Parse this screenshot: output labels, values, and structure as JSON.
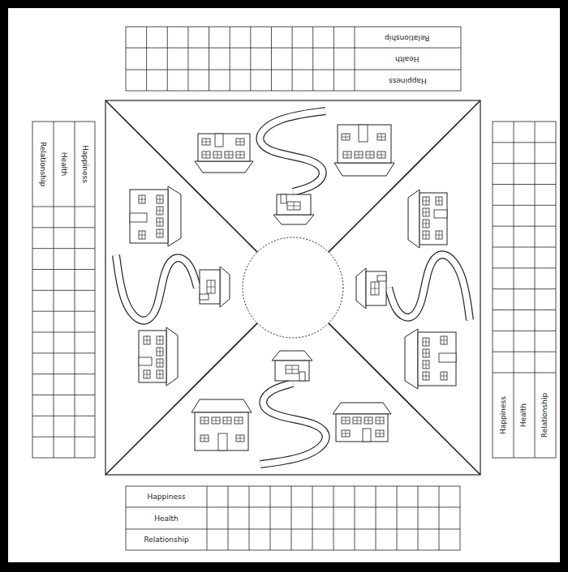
{
  "diagram": {
    "labels": [
      "Relationship",
      "Health",
      "Happiness",
      "Relationship",
      "Health",
      "Happiness",
      "Happiness",
      "Health",
      "Relationship",
      "Happiness",
      "Health",
      "Relationship"
    ]
  }
}
